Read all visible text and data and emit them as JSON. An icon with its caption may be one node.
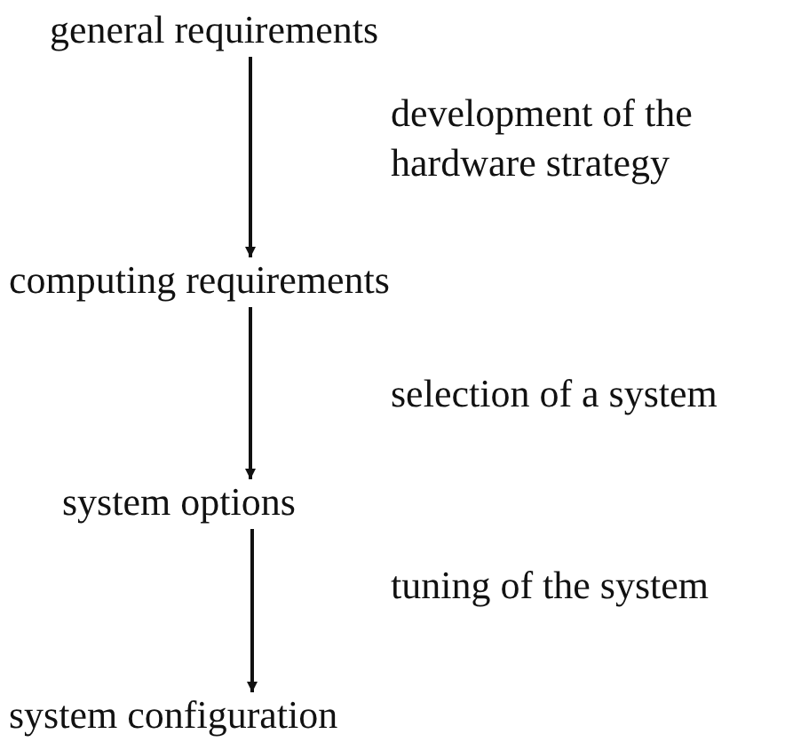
{
  "diagram": {
    "nodes": [
      {
        "text": [
          "general requirements"
        ]
      },
      {
        "text": [
          "computing requirements"
        ]
      },
      {
        "text": [
          "system options"
        ]
      },
      {
        "text": [
          "system configuration"
        ]
      }
    ],
    "edges": [
      {
        "from": 0,
        "to": 1,
        "arrow": "to",
        "label": "development of the hardware strategy"
      },
      {
        "from": 1,
        "to": 2,
        "arrow": "to",
        "label": "selection of a system"
      },
      {
        "from": 2,
        "to": 3,
        "arrow": "to",
        "label": "tuning of the system"
      }
    ]
  }
}
